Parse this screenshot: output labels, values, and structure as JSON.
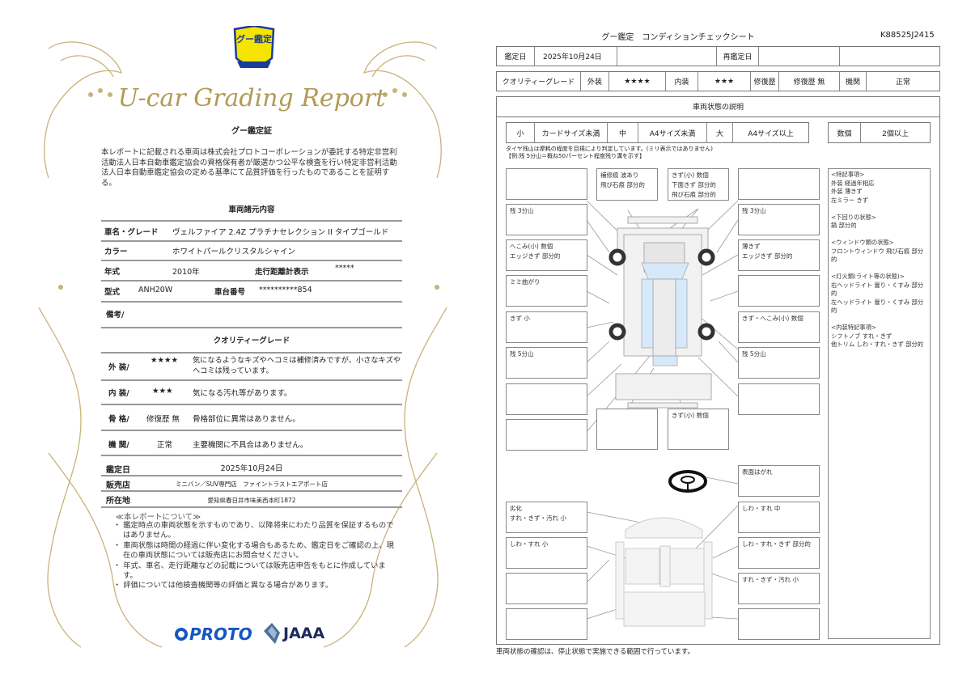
{
  "left": {
    "logo_text": "グー鑑定",
    "script_title": "U-car Grading Report",
    "cert_title": "グー鑑定証",
    "cert_body": "本レポートに記載される車両は株式会社プロトコーポレーションが委託する特定非営利活動法人日本自動車鑑定協会の資格保有者が厳選かつ公平な検査を行い特定非営利活動法人日本自動車鑑定協会の定める基準にて品質評価を行ったものであることを証明する。",
    "specs_title": "車両諸元内容",
    "specs": {
      "name_label": "車名・グレード",
      "name_value": "ヴェルファイア 2.4Z プラチナセレクション II タイプゴールド",
      "color_label": "カラー",
      "color_value": "ホワイトパールクリスタルシャイン",
      "year_label": "年式",
      "year_value": "2010年",
      "mileage_label": "走行距離計表示",
      "mileage_value": "*****",
      "model_label": "型式",
      "model_value": "ANH20W",
      "chassis_label": "車台番号",
      "chassis_value": "**********854",
      "remarks_label": "備考/"
    },
    "grade_title": "クオリティーグレード",
    "grades": [
      {
        "label": "外 装/",
        "value": "★★★★",
        "desc": "気になるようなキズやヘコミは補修済みですが、小さなキズやヘコミは残っています。"
      },
      {
        "label": "内 装/",
        "value": "★★★",
        "desc": "気になる汚れ等があります。"
      },
      {
        "label": "骨 格/",
        "value": "修復歴 無",
        "desc": "骨格部位に異常はありません。"
      },
      {
        "label": "機 関/",
        "value": "正常",
        "desc": "主要機関に不具合はありません。"
      }
    ],
    "date_label": "鑑定日",
    "date_value": "2025年10月24日",
    "shop_label": "販売店",
    "shop_value": "ミニバン／SUV専門店　ファイントラストエアポート店",
    "address_label": "所在地",
    "address_value": "愛知県春日井市味美西本町1872",
    "about_title": "≪本レポートについて≫",
    "about_items": [
      "・ 鑑定時点の車両状態を示すものであり、以降将来にわたり品質を保証するものではありません。",
      "・ 車両状態は時間の経過に伴い変化する場合もあるため、鑑定日をご確認の上、現在の車両状態については販売店にお問合せください。",
      "・ 年式、車名、走行距離などの記載については販売店申告をもとに作成しています。",
      "・ 評価については他検査機関等の評価と異なる場合があります。"
    ],
    "proto_logo": "PROTO",
    "jaaa_logo": "JAAA"
  },
  "right": {
    "title": "グー鑑定　コンディションチェックシート",
    "doc_id": "K88525J2415",
    "date_label": "鑑定日",
    "date_value": "2025年10月24日",
    "redate_label": "再鑑定日",
    "grade_label": "クオリティーグレード",
    "ext_label": "外装",
    "ext_value": "★★★★",
    "int_label": "内装",
    "int_value": "★★★",
    "repair_label": "修復歴",
    "repair_value": "修復歴 無",
    "engine_label": "機関",
    "engine_value": "正常",
    "section_title": "車両状態の説明",
    "legend": [
      "小",
      "カードサイズ未満",
      "中",
      "A4サイズ未満",
      "大",
      "A4サイズ以上"
    ],
    "count_label": "数個",
    "count_value": "2個以上",
    "tire_note1": "タイヤ残山は摩耗の程度を目視により判定しています。(ミリ表示ではありません)",
    "tire_note2": "【例:残 5分山＝概ね50パーセント程度残り溝を示す】",
    "exterior_left": [
      "",
      "残 3分山",
      "へこみ(小) 数個\nエッジきず 部分的",
      "ミミ曲がり",
      "きず 小",
      "残 5分山",
      "",
      ""
    ],
    "exterior_top": [
      "補修痕 波あり\n飛び石痕 部分的",
      "きず(小) 数個\n下面きず 部分的\n飛び石痕 部分的"
    ],
    "exterior_right": [
      "",
      "残 3分山",
      "薄きず\nエッジきず 部分的",
      "",
      "きず・へこみ(小) 数個",
      "残 5分山",
      ""
    ],
    "exterior_bottom": [
      "",
      "きず(小) 数個"
    ],
    "interior_left": [
      "劣化\nすれ・きず・汚れ 小",
      "しわ・すれ 小",
      "",
      ""
    ],
    "interior_right": [
      "表面はがれ",
      "しわ・すれ 中",
      "しわ・すれ・きず 部分的",
      "すれ・きず・汚れ 小",
      ""
    ],
    "notes": "<特記事項>\n外装 経過年相応\n外装 薄きず\n左ミラー きず\n\n<下回りの状態>\n錆 部分的\n\n<ウィンドウ類の状態>\nフロントウィンドウ 飛び石痕 部分的\n\n<灯火類(ライト等の状態)>\n右ヘッドライト 曇り・くすみ 部分的\n左ヘッドライト 曇り・くすみ 部分的\n\n<内装特記事項>\nシフトノブ すれ・きず\n他トリム しわ・すれ・きず 部分的",
    "footer_note": "車両状態の確認は、停止状態で実施できる範囲で行っています。"
  },
  "colors": {
    "gold": "#b39a55",
    "logo_yellow": "#f4e400",
    "logo_blue": "#1a3d99",
    "proto_blue": "#1656c4",
    "jaaa_navy": "#1e2a5c"
  }
}
